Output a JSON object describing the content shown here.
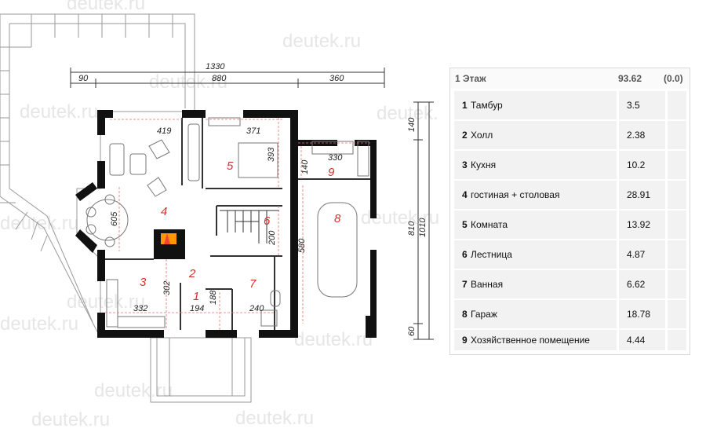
{
  "watermark": "deutek.ru",
  "plan": {
    "dimensions": {
      "total_width": "1330",
      "width_left": "90",
      "width_main": "880",
      "width_right": "360",
      "height_total": "1010",
      "height_main": "810",
      "height_top": "140",
      "height_bottom": "60",
      "living_width": "419",
      "room5_width": "371",
      "room5_height": "393",
      "room9_width": "330",
      "room9_height": "140",
      "dining_height": "605",
      "stair_height": "200",
      "garage_height": "580",
      "kitchen_height": "302",
      "kitchen_width": "332",
      "vestibule_height": "188",
      "vestibule_width": "194",
      "bath_width": "240"
    },
    "room_numbers": [
      "1",
      "2",
      "3",
      "4",
      "5",
      "6",
      "7",
      "8",
      "9"
    ]
  },
  "table": {
    "header": {
      "num": "1",
      "label": "Этаж",
      "area": "93.62",
      "extra": "(0.0)"
    },
    "rows": [
      {
        "num": "1",
        "name": "Тамбур",
        "area": "3.5"
      },
      {
        "num": "2",
        "name": "Холл",
        "area": "2.38"
      },
      {
        "num": "3",
        "name": "Кухня",
        "area": "10.2"
      },
      {
        "num": "4",
        "name": "гостиная + столовая",
        "area": "28.91"
      },
      {
        "num": "5",
        "name": "Комната",
        "area": "13.92"
      },
      {
        "num": "6",
        "name": "Лестница",
        "area": "4.87"
      },
      {
        "num": "7",
        "name": "Ванная",
        "area": "6.62"
      },
      {
        "num": "8",
        "name": "Гараж",
        "area": "18.78"
      },
      {
        "num": "9",
        "name": "Хозяйственное помещение",
        "area": "4.44"
      }
    ]
  }
}
